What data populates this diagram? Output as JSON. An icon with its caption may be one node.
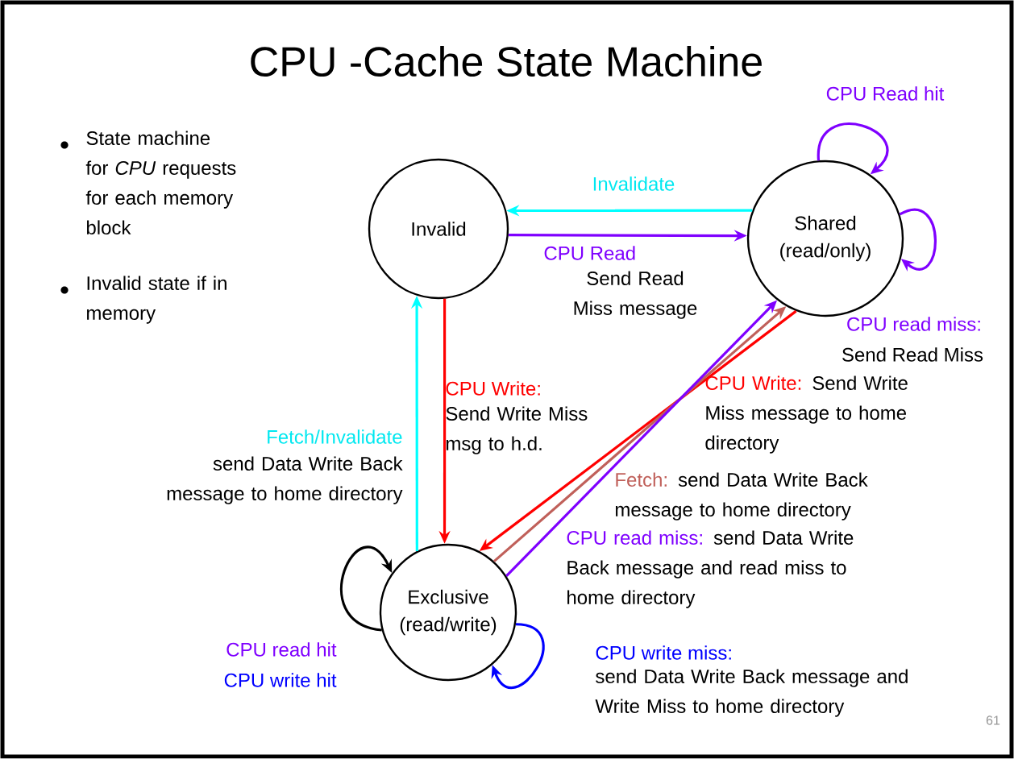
{
  "diagram": {
    "title": "CPU -Cache State Machine",
    "nodes": [
      {
        "text": [
          "Invalid"
        ]
      },
      {
        "text": [
          "Shared (read/only)"
        ]
      },
      {
        "text": [
          "Exclusive (read/write)"
        ]
      }
    ],
    "edges": [
      {
        "from": 1,
        "to": 0,
        "arrow": "to",
        "label": "Invalidate",
        "color": "#00ffff"
      },
      {
        "from": 0,
        "to": 1,
        "arrow": "to",
        "label": "CPU Read"
      },
      {
        "from": 1,
        "to": 1,
        "arrow": "to",
        "label": "CPU Read hit"
      },
      {
        "from": 1,
        "to": 1,
        "arrow": "to",
        "label": "CPU read miss:"
      },
      {
        "from": 0,
        "to": 2,
        "arrow": "to",
        "label": "CPU Write:",
        "color": "#ff0000"
      },
      {
        "from": 2,
        "to": 0,
        "arrow": "to",
        "label": "Fetch/Invalidate",
        "color": "#00ffff"
      },
      {
        "from": 1,
        "to": 2,
        "arrow": "to",
        "label": "CPU Write:",
        "color": "#ff0000"
      },
      {
        "from": 2,
        "to": 1,
        "arrow": "to",
        "label": "Fetch:",
        "color": "#c0605a"
      },
      {
        "from": 2,
        "to": 1,
        "arrow": "to",
        "label": "CPU read miss:"
      },
      {
        "from": 2,
        "to": 2,
        "arrow": "to",
        "label": "CPU read hit",
        "color": "#000000"
      },
      {
        "from": 2,
        "to": 2,
        "arrow": "to",
        "label": "CPU write miss:",
        "color": "#0000ff"
      }
    ],
    "labels": [
      "State machine for *CPU* requests for each memory block",
      "Invalid state if in memory",
      "Send Read Miss message",
      "Send Read Miss",
      "Send Write Miss msg to h.d.",
      "send Data Write Back message to home directory",
      "Send Write Miss message to home directory",
      "send Data Write Back message to home directory",
      "send Data Write Back message and read miss to home directory",
      "CPU write hit",
      "send Data Write Back message and Write Miss to home directory",
      "61"
    ]
  }
}
